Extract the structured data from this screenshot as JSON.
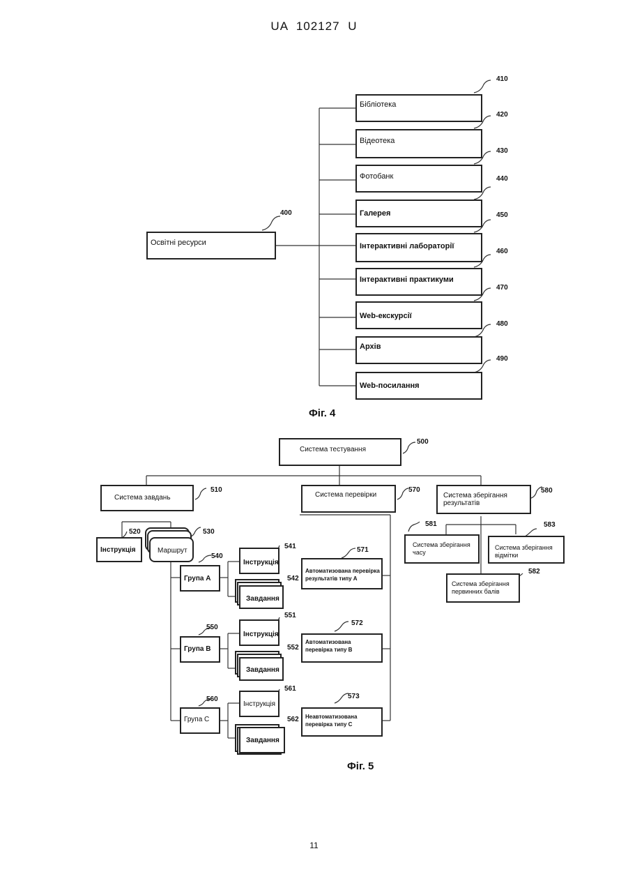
{
  "header": "UA   102127   U",
  "fig4": {
    "caption": "Фіг. 4",
    "root": {
      "label": "Освітні ресурси",
      "ref": "400"
    },
    "items": [
      {
        "label": "Бібліотека",
        "ref": "410"
      },
      {
        "label": "Відеотека",
        "ref": "420"
      },
      {
        "label": "Фотобанк",
        "ref": "430"
      },
      {
        "label": "Галерея",
        "ref": "440"
      },
      {
        "label": "Інтерактивні лабораторії",
        "ref": "450"
      },
      {
        "label": "Інтерактивні практикуми",
        "ref": "460"
      },
      {
        "label": "Web-екскурсії",
        "ref": "470"
      },
      {
        "label": "Архів",
        "ref": "480"
      },
      {
        "label": "Web-посилання",
        "ref": "490"
      }
    ]
  },
  "fig5": {
    "caption": "Фіг. 5",
    "root": {
      "label": "Система тестування",
      "ref": "500"
    },
    "tasks": {
      "label": "Система завдань",
      "ref": "510"
    },
    "instruction_main": {
      "label": "Інструкція",
      "ref": "520"
    },
    "route": {
      "label": "Маршрут",
      "ref": "530"
    },
    "groups": [
      {
        "label": "Група А",
        "ref": "540",
        "instr": "Інструкція",
        "instr_ref": "541",
        "task": "Завдання",
        "task_ref": "542"
      },
      {
        "label": "Група В",
        "ref": "550",
        "instr": "Інструкція",
        "instr_ref": "551",
        "task": "Завдання",
        "task_ref": "552"
      },
      {
        "label": "Група С",
        "ref": "560",
        "instr": "Інструкція",
        "instr_ref": "561",
        "task": "Завдання",
        "task_ref": "562"
      }
    ],
    "check": {
      "label": "Система перевірки",
      "ref": "570"
    },
    "checks": [
      {
        "label": "Автоматизована перевірка результатів типу А",
        "ref": "571"
      },
      {
        "label": "Автоматизована перевірка типу В",
        "ref": "572"
      },
      {
        "label": "Неавтоматизована перевірка типу С",
        "ref": "573"
      }
    ],
    "storage": {
      "label": "Система зберігання результатів",
      "ref": "580"
    },
    "storage_time": {
      "label": "Система зберігання часу",
      "ref": "581"
    },
    "storage_primary": {
      "label": "Система зберігання первинних балів",
      "ref": "582"
    },
    "storage_mark": {
      "label": "Система зберігання відмітки",
      "ref": "583"
    }
  },
  "page_number": "11"
}
